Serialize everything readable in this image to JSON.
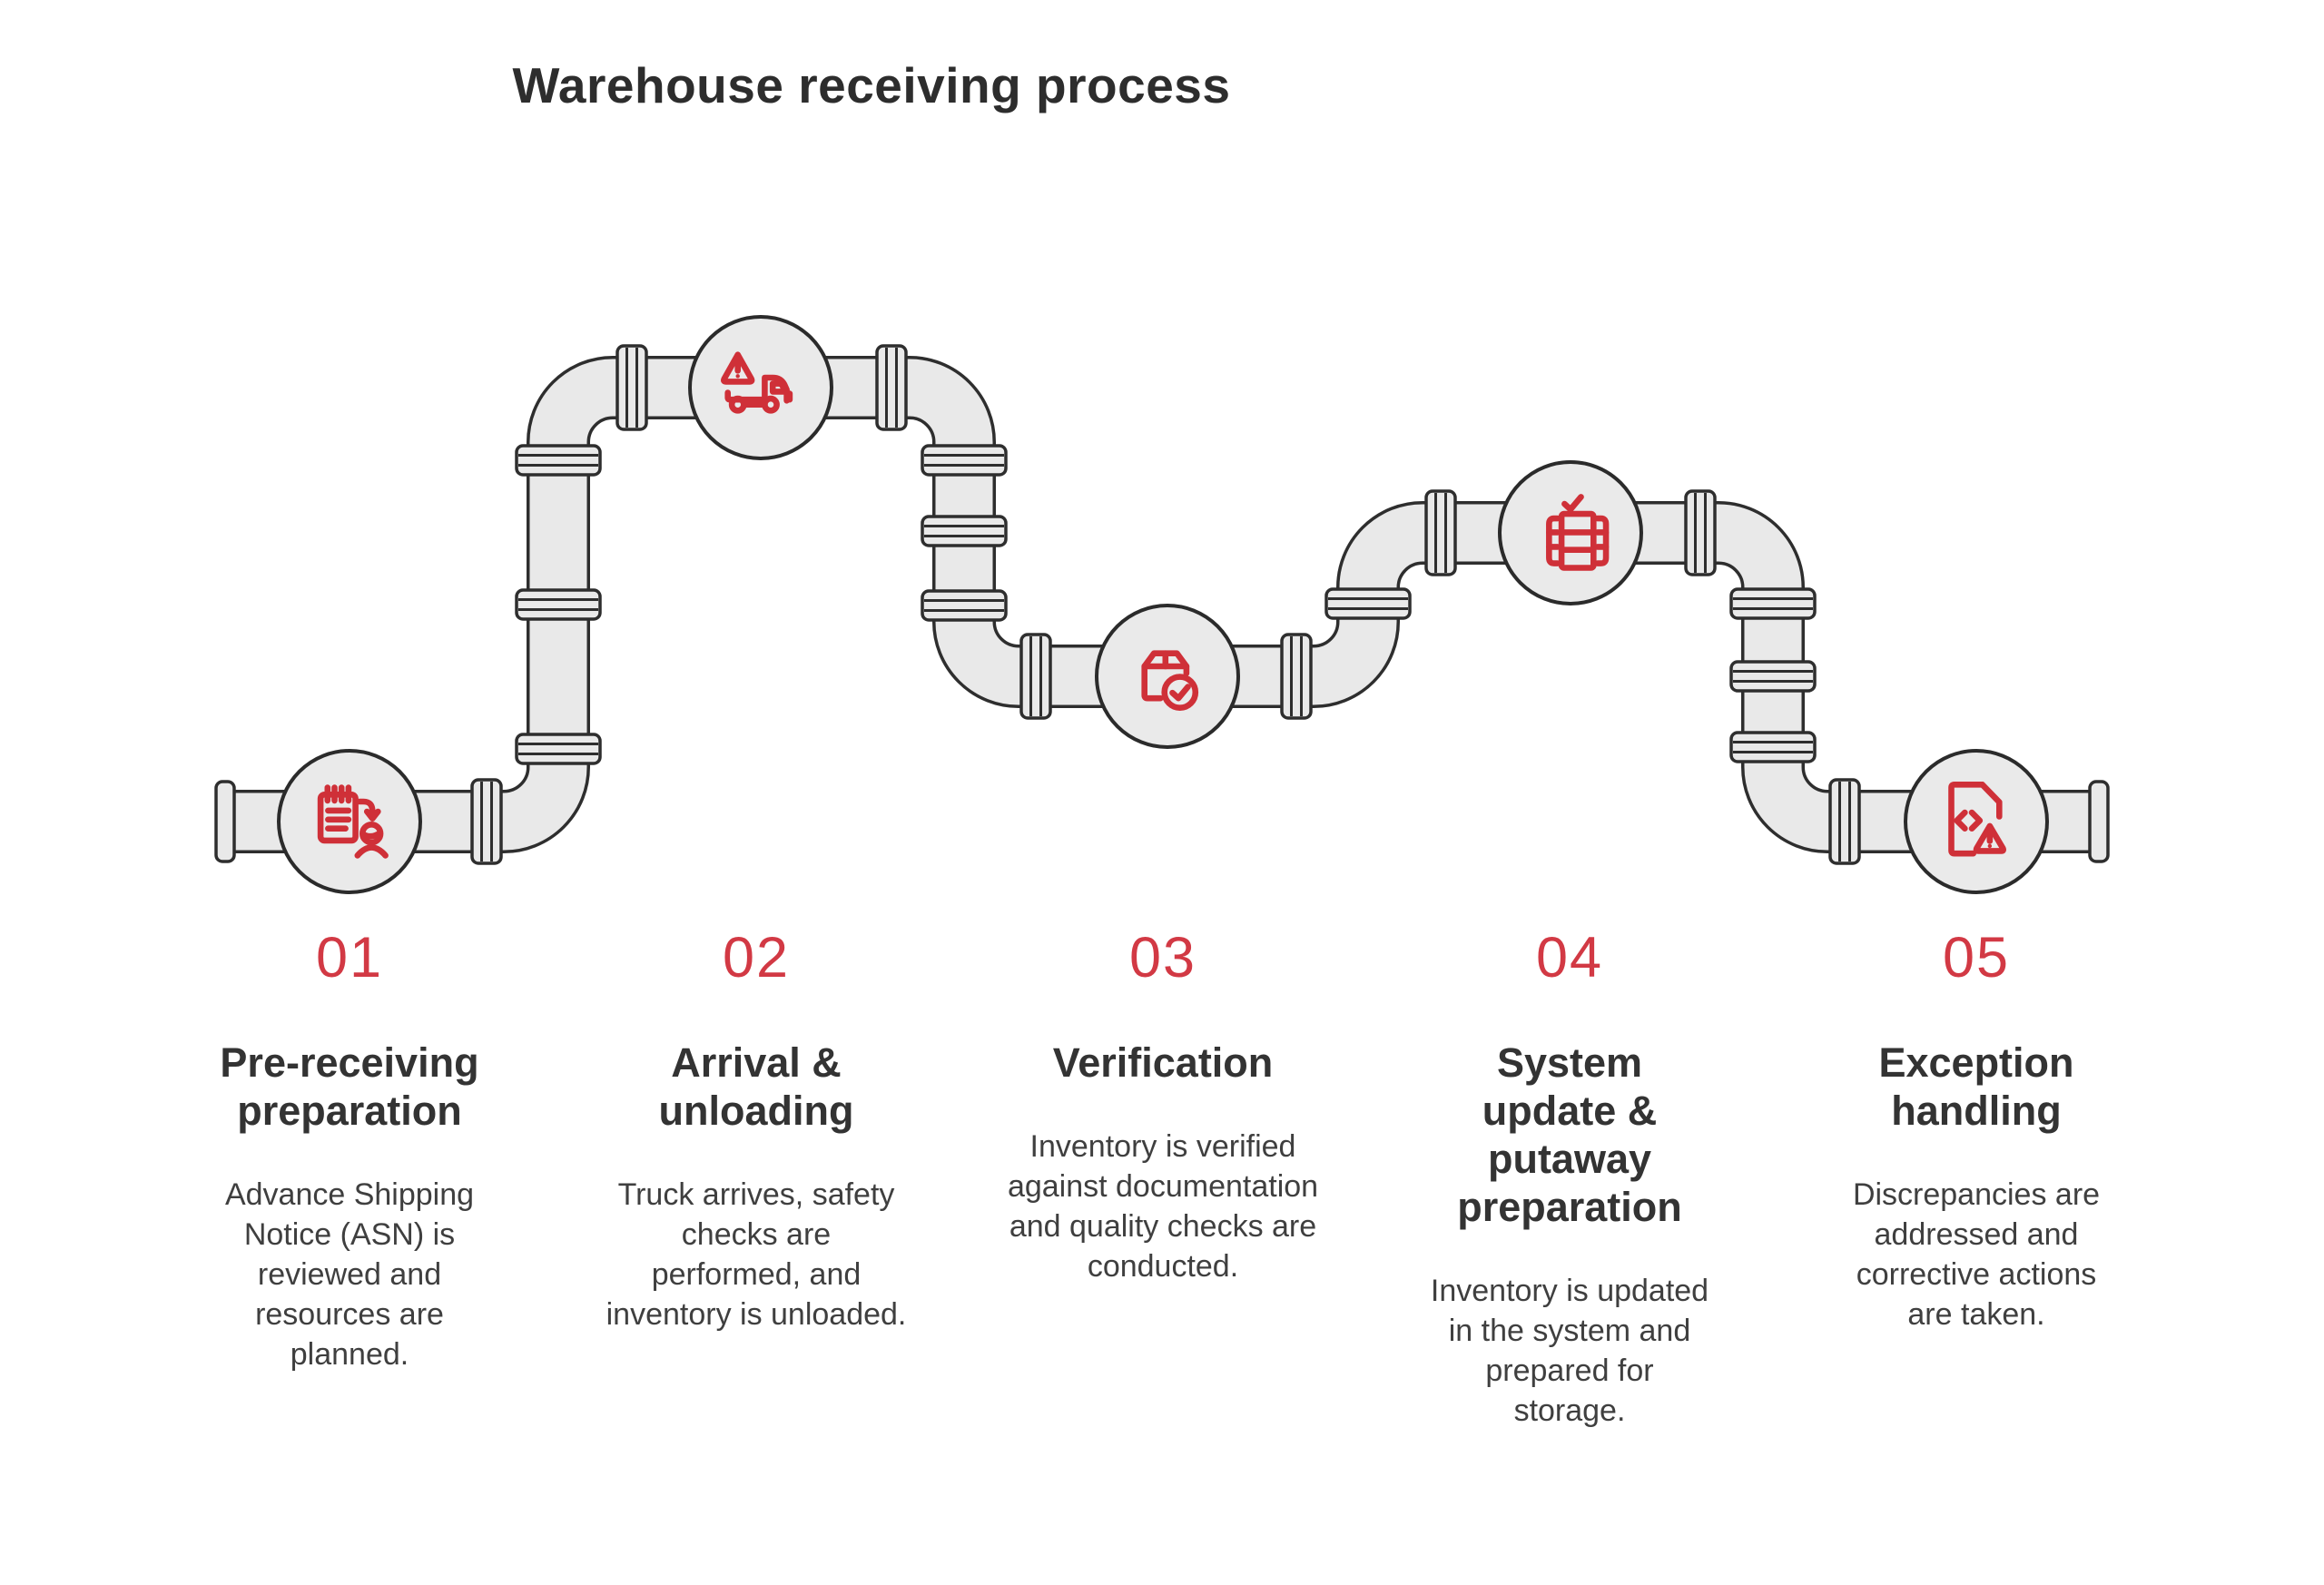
{
  "title": "Warehouse receiving process",
  "colors": {
    "accent_red": "#d23944",
    "icon_red": "#cf3038",
    "pipe_fill": "#e9e9e9",
    "pipe_outline": "#2e2e2e",
    "heading_text": "#333333",
    "body_text": "#3f3f3f"
  },
  "steps": [
    {
      "number": "01",
      "title": "Pre-receiving\npreparation",
      "description": "Advance Shipping\nNotice (ASN) is\nreviewed and\nresources are\nplanned.",
      "icon": "clipboard-person-icon"
    },
    {
      "number": "02",
      "title": "Arrival &\nunloading",
      "description": "Truck arrives, safety\nchecks are\nperformed, and\ninventory is unloaded.",
      "icon": "truck-warning-icon"
    },
    {
      "number": "03",
      "title": "Verification",
      "description": "Inventory is verified\nagainst documentation\nand quality checks are\nconducted.",
      "icon": "package-check-icon"
    },
    {
      "number": "04",
      "title": "System\nupdate &\nputaway\npreparation",
      "description": "Inventory is updated\nin the system and\nprepared for\nstorage.",
      "icon": "stack-check-icon"
    },
    {
      "number": "05",
      "title": "Exception\nhandling",
      "description": "Discrepancies are\naddressed and\ncorrective actions\nare taken.",
      "icon": "file-alert-icon"
    }
  ]
}
